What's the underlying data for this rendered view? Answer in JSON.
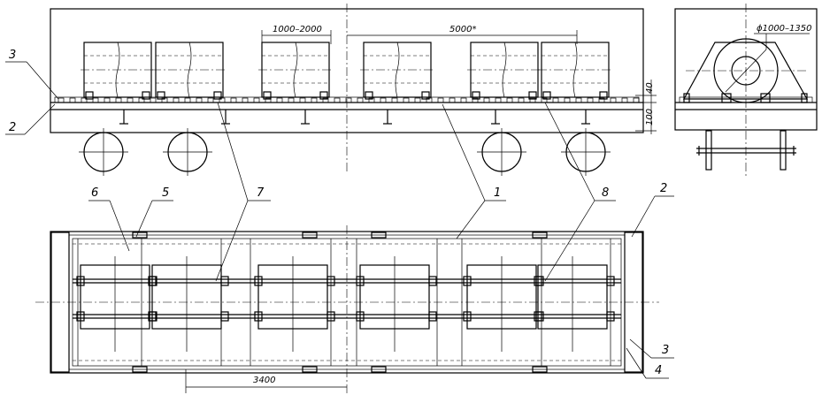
{
  "dimensions": {
    "gap_range": "1000–2000",
    "spacing": "5000*",
    "diameter": "ϕ1000–1350",
    "height_40": "40",
    "height_100": "100",
    "bay_length": "3400"
  },
  "callouts": {
    "1": "1",
    "2": "2",
    "3": "3",
    "4": "4",
    "5": "5",
    "6": "6",
    "7": "7",
    "8": "8"
  }
}
